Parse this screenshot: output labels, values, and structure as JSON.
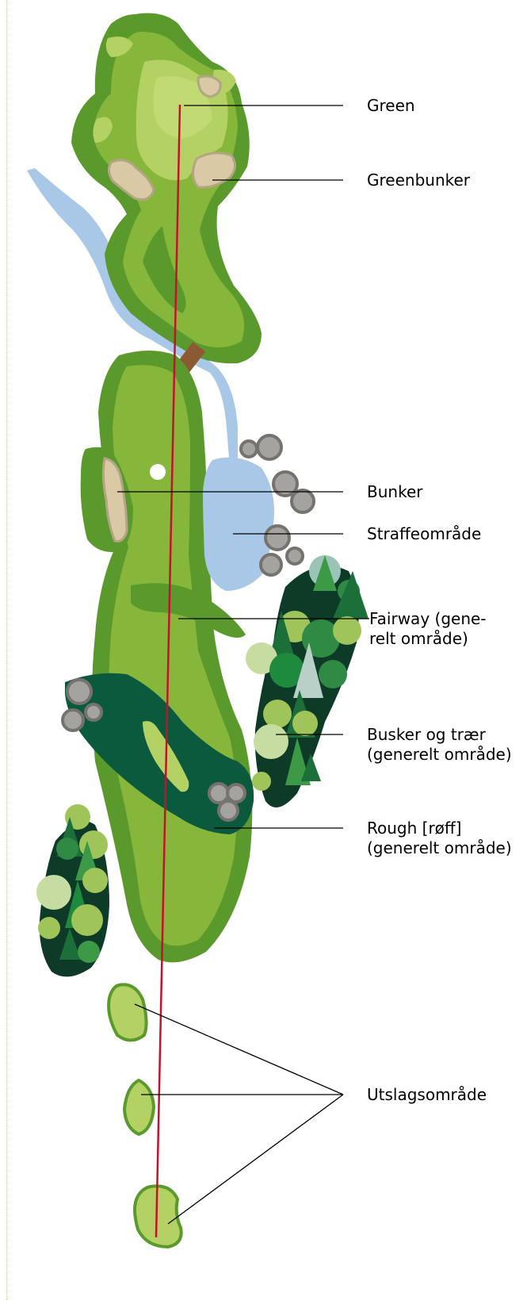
{
  "labels": {
    "green": "Green",
    "greenbunker": "Greenbunker",
    "bunker": "Bunker",
    "straffeomrade": "Straffeområde",
    "fairway_line1": "Fairway (gene-",
    "fairway_line2": "relt område)",
    "busker_line1": "Busker og trær",
    "busker_line2": "(generelt område)",
    "rough_line1": "Rough [røff]",
    "rough_line2": "(generelt område)",
    "utslag": "Utslagsområde"
  },
  "colors": {
    "rough": "#5a9a2c",
    "fairway": "#86b73a",
    "green": "#b4d264",
    "green_light": "#c2da74",
    "bunker": "#d9c9a4",
    "bunker_edge": "#b3a584",
    "water": "#a9c8e8",
    "dark_rough": "#0c5a3e",
    "stone": "#a5a39f",
    "stone_edge": "#76736e",
    "bridge": "#8b5a32",
    "line": "#c8102e",
    "tree_dark": "#0e3a28",
    "tree_mid": "#1d6f3a",
    "tree_light": "#9ec45a",
    "tree_pale": "#c7dca0"
  }
}
